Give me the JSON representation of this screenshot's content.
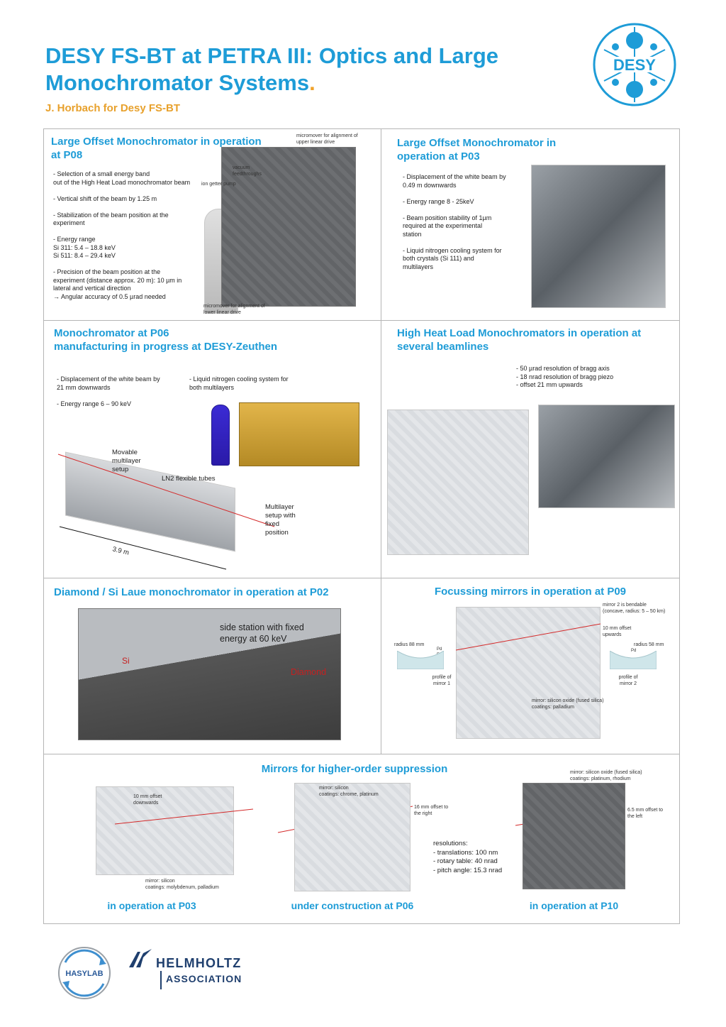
{
  "header": {
    "title_line1": "DESY FS-BT at PETRA III: Optics and Large",
    "title_line2": "Monochromator Systems",
    "title_dot": ".",
    "author": "J. Horbach for Desy FS-BT",
    "logo_text": "DESY"
  },
  "p08": {
    "title": "Large Offset Monochromator in operation at P08",
    "bullets": "- Selection of a small energy band\n   out of the High Heat Load monochromator beam\n\n- Vertical shift of the beam by 1.25 m\n\n- Stabilization of the beam position at the\n   experiment\n\n- Energy range\n            Si 311: 5.4 – 18.8 keV\n            Si 511: 8.4 – 29.4 keV\n\n- Precision of the beam position at the\n   experiment (distance approx. 20 m): 10 µm in\n   lateral and vertical direction\n→ Angular accuracy of 0.5 µrad needed",
    "callout_upper": "micromover for alignment of\nupper linear drive",
    "callout_vacuum": "vacuum\nfeedthroughs",
    "callout_pump": "ion getter pump",
    "callout_lower": "micromover for alignment of\nlower linear drive"
  },
  "p03": {
    "title": "Large Offset Monochromator in operation at P03",
    "bullets": "- Displacement of the white beam by\n   0.49 m downwards\n\n- Energy range 8 - 25keV\n\n- Beam position stability of 1µm\n   required at the experimental\n   station\n\n- Liquid nitrogen cooling system for\n   both crystals (Si 111) and\n   multilayers"
  },
  "p06": {
    "title": "Monochromator at P06\nmanufacturing in progress at DESY-Zeuthen",
    "bullets_left": "- Displacement of the white beam by\n   21 mm downwards\n\n- Energy range 6 – 90 keV",
    "bullets_right": "- Liquid nitrogen cooling system for\n   both  multilayers",
    "label_movable": "Movable\nmultilayer\nsetup",
    "label_ln2": "LN2 flexible tubes",
    "label_fixed": "Multilayer\nsetup with\nfixed\nposition",
    "label_length": "3.9 m"
  },
  "hhl": {
    "title": "High Heat Load Monochromators in operation at several beamlines",
    "bullets": "- 50 µrad resolution of bragg axis\n- 18 nrad resolution of bragg piezo\n- offset 21 mm upwards"
  },
  "p02": {
    "title": "Diamond / Si Laue monochromator in operation at P02",
    "label_side": "side station with fixed\nenergy at 60 keV",
    "label_si": "Si",
    "label_diamond": "Diamond"
  },
  "p09": {
    "title": "Focussing mirrors in operation at P09",
    "label_bendable": "mirror 2 is bendable\n(concave, radius: 5 – 50 km)",
    "label_offset": "10 mm offset\nupwards",
    "label_radius88": "radius 88 mm",
    "label_radius58": "radius 58 mm",
    "label_pd": "Pd",
    "label_rh": "Rh",
    "label_profile1": "profile of\nmirror 1",
    "label_profile2": "profile of\nmirror 2",
    "label_material": "mirror: silicon oxide (fused silica)\ncoatings: palladium"
  },
  "hos": {
    "title": "Mirrors for higher-order suppression",
    "p03_offset": "10 mm offset\ndownwards",
    "p03_material": "mirror: silicon\ncoatings: molybdenum, palladium",
    "p06_material": "mirror: silicon\ncoatings: chrome, platinum",
    "p06_offset": "16 mm offset to\nthe right",
    "p06_resolutions": "resolutions:\n- translations: 100 nm\n- rotary table: 40 nrad\n- pitch angle: 15.3 nrad",
    "p10_material": "mirror: silicon oxide (fused silica)\ncoatings: platinum, rhodium",
    "p10_offset": "6.5 mm offset to\nthe left",
    "caption_p03": "in operation at P03",
    "caption_p06": "under construction at P06",
    "caption_p10": "in operation at P10"
  },
  "footer": {
    "hasylab": "HASYLAB",
    "helmholtz": "HELMHOLTZ",
    "association": "ASSOCIATION"
  },
  "colors": {
    "title_blue": "#1e9cd7",
    "accent_orange": "#e8a12c",
    "helmholtz_navy": "#1f3f6e"
  }
}
